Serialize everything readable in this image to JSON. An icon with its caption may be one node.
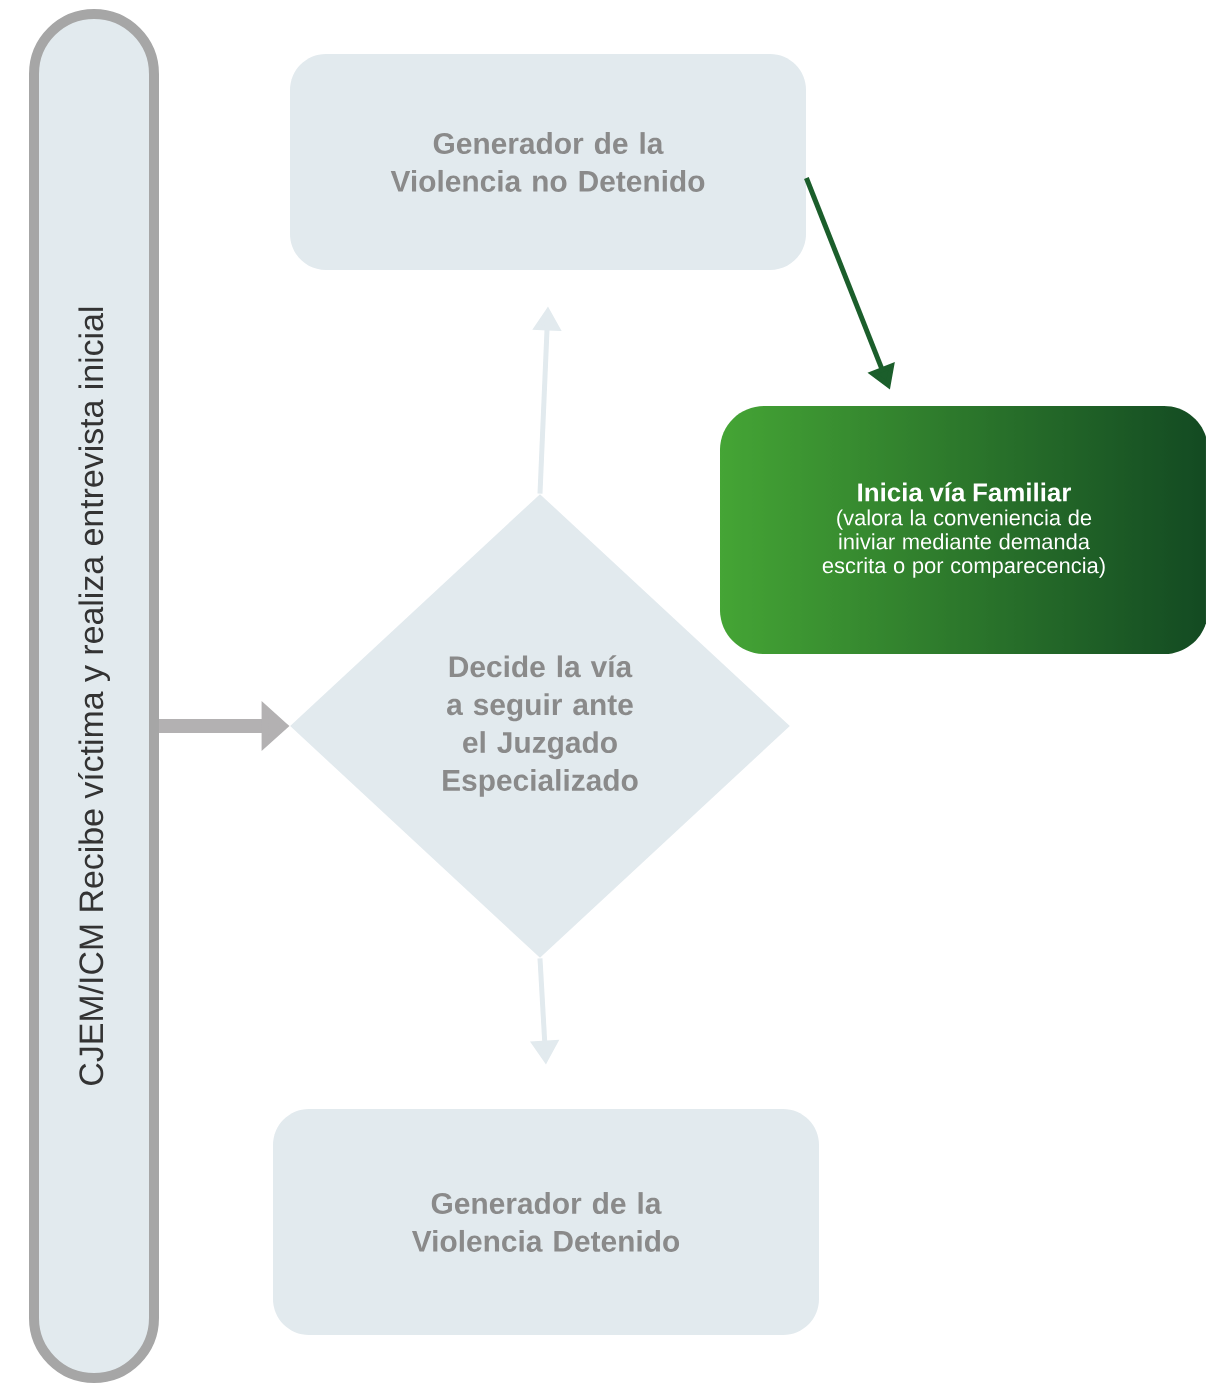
{
  "diagram": {
    "nodes": [
      {
        "text": [
          "CJEM/ICM Recibe víctima y realiza entrevista inicial"
        ]
      },
      {
        "text": [
          "Generador de la Violencia no Detenido"
        ]
      },
      {
        "text": [
          "Inicia vía Familiar",
          "(valora la conveniencia de iniviar mediante demanda escrita o por comparecencia)"
        ]
      },
      {
        "text": [
          "Decide la vía a seguir ante el Juzgado Especializado"
        ]
      },
      {
        "text": [
          "Generador de la Violencia Detenido"
        ]
      }
    ],
    "edges": [
      {
        "from": 0,
        "to": 3,
        "arrow": "to",
        "style": "thick",
        "color": "#b3b1b2"
      },
      {
        "from": 3,
        "to": 1,
        "arrow": "to",
        "color": "#e2eaee"
      },
      {
        "from": 3,
        "to": 4,
        "arrow": "to",
        "color": "#e2eaee"
      },
      {
        "from": 1,
        "to": 2,
        "arrow": "to",
        "color": "#1b5e2b"
      }
    ]
  }
}
